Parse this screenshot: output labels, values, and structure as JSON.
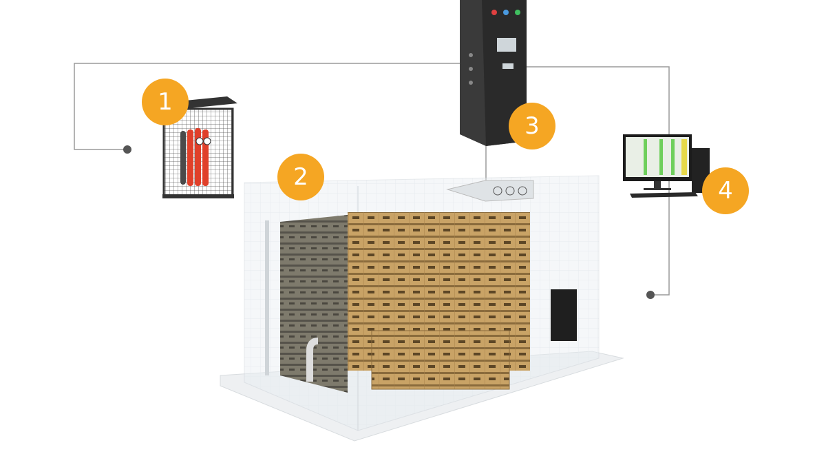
{
  "diagram": {
    "accent_color": "#F5A623",
    "components": [
      {
        "number": "1",
        "icon": "gas-cylinder-cage-icon"
      },
      {
        "number": "2",
        "icon": "cold-storage-room-icon"
      },
      {
        "number": "3",
        "icon": "control-cabinet-icon"
      },
      {
        "number": "4",
        "icon": "computer-workstation-icon"
      }
    ]
  }
}
